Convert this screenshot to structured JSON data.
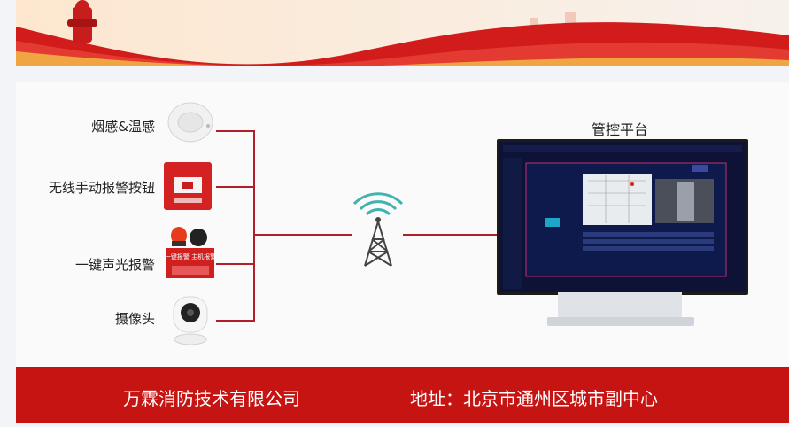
{
  "devices": [
    {
      "label": "烟感&温感",
      "icon": "smoke-detector-icon"
    },
    {
      "label": "无线手动报警按钮",
      "icon": "manual-alarm-button-icon"
    },
    {
      "label": "一键声光报警",
      "icon": "sound-light-alarm-icon"
    },
    {
      "label": "摄像头",
      "icon": "camera-icon"
    }
  ],
  "alarm_box_text": "一键报警 主机报警",
  "platform": {
    "title": "管控平台"
  },
  "footer": {
    "company": "万霖消防技术有限公司",
    "address": "地址：北京市通州区城市副中心"
  },
  "colors": {
    "brand_red": "#c61413",
    "line_red": "#b01e2b"
  }
}
